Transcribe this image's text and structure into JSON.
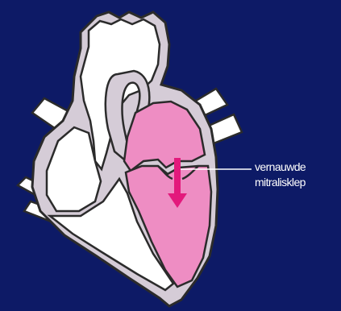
{
  "diagram": {
    "type": "anatomical-illustration",
    "subject": "heart-cross-section",
    "callout": {
      "line1": "vernauwde",
      "line2": "mitralisklep"
    },
    "colors": {
      "background": "#0d1a66",
      "outline": "#2b2b2b",
      "wall": "#d5ccd7",
      "chamber_right": "#ffffff",
      "chamber_left": "#ee8dc3",
      "arrow": "#e3197c",
      "leader_line": "#ffffff"
    },
    "icons": [
      "flow-arrow-icon"
    ]
  }
}
